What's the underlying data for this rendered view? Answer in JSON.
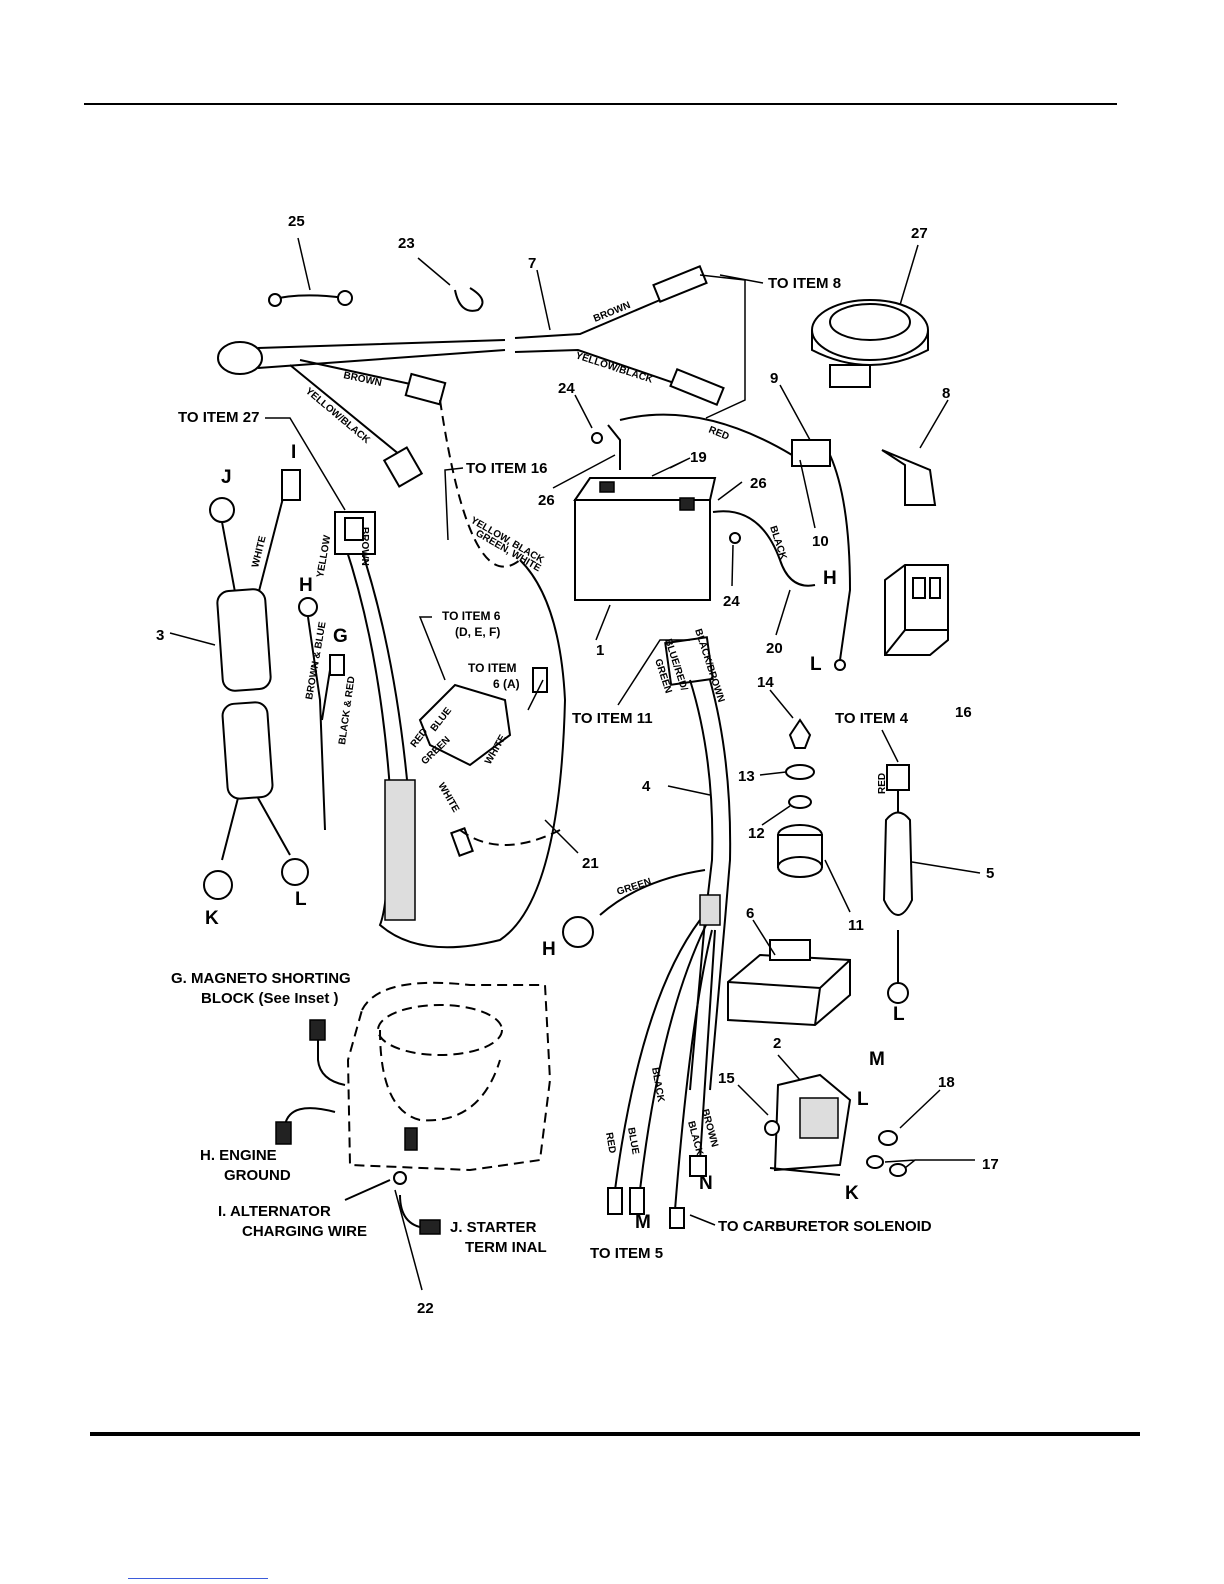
{
  "part_numbers": [
    "1",
    "2",
    "3",
    "4",
    "5",
    "6",
    "7",
    "8",
    "9",
    "10",
    "11",
    "12",
    "13",
    "14",
    "15",
    "16",
    "17",
    "18",
    "19",
    "20",
    "21",
    "22",
    "23",
    "24",
    "24",
    "25",
    "26",
    "26",
    "27"
  ],
  "connection_letters": [
    "J",
    "I",
    "H",
    "G",
    "K",
    "L",
    "H",
    "L",
    "H",
    "L",
    "M",
    "L",
    "K",
    "N",
    "M"
  ],
  "callouts": {
    "to_item_8": "TO ITEM 8",
    "to_item_27": "TO ITEM 27",
    "to_item_16": "TO ITEM 16",
    "to_item_6_def": "TO ITEM 6",
    "to_item_6_def_sub": "(D, E, F)",
    "to_item_6_a": "TO ITEM",
    "to_item_6_a_sub": "6 (A)",
    "to_item_11": "TO ITEM 11",
    "to_item_4": "TO ITEM 4",
    "to_item_5": "TO ITEM 5",
    "to_carb": "TO CARBURETOR SOLENOID"
  },
  "inset_labels": {
    "g_line1": "G.  MAGNETO SHORTING",
    "g_line2": "BLOCK (See Inset )",
    "h_line1": "H.  ENGINE",
    "h_line2": "GROUND",
    "i_line1": "I.  ALTERNATOR",
    "i_line2": "CHARGING WIRE",
    "j_line1": "J.  STARTER",
    "j_line2": "TERM INAL"
  },
  "wire_labels": [
    "BROWN",
    "YELLOW/BLACK",
    "BROWN",
    "YELLOW/BLACK",
    "RED",
    "BLACK",
    "WHITE",
    "YELLOW",
    "BROWN",
    "BROWN & BLUE",
    "BLACK & RED",
    "YELLOW, BLACK",
    "GREEN, WHITE",
    "RED",
    "BLUE",
    "GREEN",
    "WHITE",
    "WHITE",
    "BLACK/BROWN",
    "BLUE/RED/",
    "GREEN",
    "GREEN",
    "RED",
    "BLUE",
    "BLACK",
    "BROWN",
    "BLACK",
    "RED"
  ]
}
